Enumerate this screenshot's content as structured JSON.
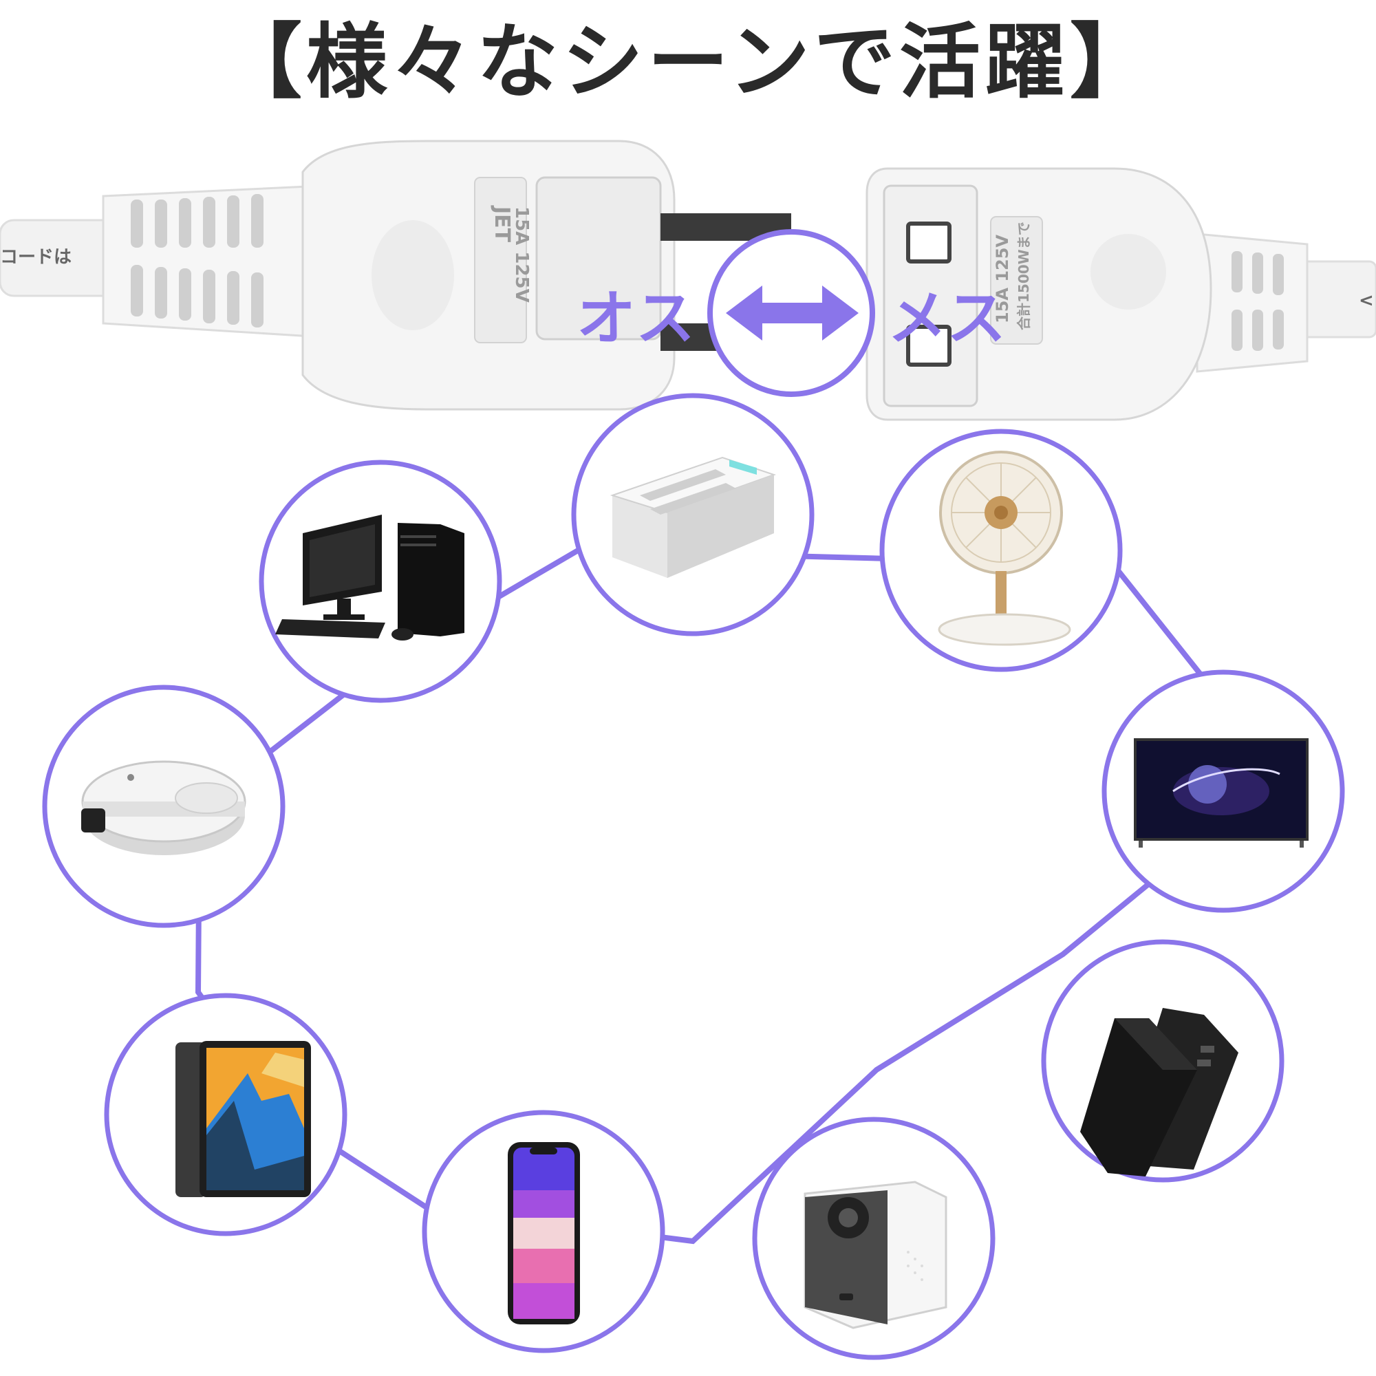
{
  "title": "【様々なシーンで活躍】",
  "connector": {
    "male_label": "オス",
    "female_label": "メス",
    "plug_marking_top": "JET",
    "plug_marking_bottom": "15A 125V",
    "socket_marking_top": "15A 125V",
    "socket_marking_bottom": "合計1500Wまで",
    "cord_left_text": "コードは",
    "cord_right_text": "<"
  },
  "colors": {
    "accent": "#8a75ea",
    "plug_body": "#f4f4f4",
    "plug_shadow": "#dcdcdc",
    "prong": "#3a3a3a",
    "title": "#2a2a2a"
  },
  "devices": [
    {
      "id": "desktop-pc",
      "icon": "desktop-pc-icon"
    },
    {
      "id": "hdd-dock",
      "icon": "hdd-dock-icon"
    },
    {
      "id": "desk-fan",
      "icon": "desk-fan-icon"
    },
    {
      "id": "robot-vacuum",
      "icon": "robot-vacuum-icon"
    },
    {
      "id": "television",
      "icon": "television-icon"
    },
    {
      "id": "tablet",
      "icon": "tablet-icon"
    },
    {
      "id": "power-bank",
      "icon": "power-bank-icon"
    },
    {
      "id": "smartphone",
      "icon": "smartphone-icon"
    },
    {
      "id": "projector",
      "icon": "projector-icon"
    }
  ]
}
